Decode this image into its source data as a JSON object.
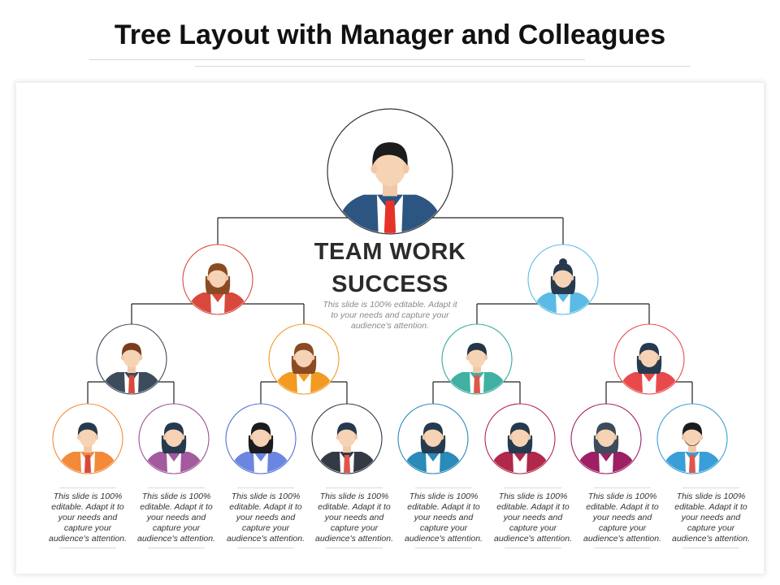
{
  "slide": {
    "title": "Tree Layout with Manager and Colleagues"
  },
  "center": {
    "heading_line1": "TEAM WORK",
    "heading_line2": "SUCCESS",
    "description": "This slide is 100% editable. Adapt it to your needs and capture your audience's attention."
  },
  "leaves": [
    {
      "description": "This slide is 100% editable. Adapt it to your needs and capture your audience's attention."
    },
    {
      "description": "This slide is 100% editable. Adapt it to your needs and capture your audience's attention."
    },
    {
      "description": "This slide is 100% editable. Adapt it to your needs and capture your audience's attention."
    },
    {
      "description": "This slide is 100% editable. Adapt it to your needs and capture your audience's attention."
    },
    {
      "description": "This slide is 100% editable. Adapt it to your needs and capture your audience's attention."
    },
    {
      "description": "This slide is 100% editable. Adapt it to your needs and capture your audience's attention."
    },
    {
      "description": "This slide is 100% editable. Adapt it to your needs and capture your audience's attention."
    },
    {
      "description": "This slide is 100% editable. Adapt it to your needs and capture your audience's attention."
    }
  ],
  "nodes": [
    {
      "id": "manager",
      "icon": "manager-avatar-icon",
      "ring": "#333333",
      "shirt": "#2c5582",
      "hair": "#1c1c1c",
      "gender": "m",
      "tie": "#e63329",
      "inner": "#ffffff"
    },
    {
      "id": "l1-left",
      "icon": "woman-avatar-icon",
      "ring": "#d8493c",
      "shirt": "#d8493c",
      "hair": "#8a4b24",
      "gender": "f",
      "inner": "#ffffff"
    },
    {
      "id": "l1-right",
      "icon": "woman-bun-avatar-icon",
      "ring": "#5bbbe6",
      "shirt": "#5bbbe6",
      "hair": "#263a4f",
      "gender": "f",
      "inner": "#ffffff"
    },
    {
      "id": "l2-1",
      "icon": "man-avatar-icon",
      "ring": "#3d4c5c",
      "shirt": "#3d4c5c",
      "hair": "#7a3c1f",
      "gender": "m",
      "tie": "#d8493c",
      "inner": "#ffffff"
    },
    {
      "id": "l2-2",
      "icon": "woman-avatar-icon",
      "ring": "#f29a22",
      "shirt": "#f29a22",
      "hair": "#8a4b24",
      "gender": "f",
      "inner": "#ffffff"
    },
    {
      "id": "l2-3",
      "icon": "man-avatar-icon",
      "ring": "#34a89a",
      "shirt": "#3fb0a2",
      "hair": "#253646",
      "gender": "m",
      "tie": "#e0564a",
      "inner": "#ffffff"
    },
    {
      "id": "l2-4",
      "icon": "woman-avatar-icon",
      "ring": "#e8494a",
      "shirt": "#e8494a",
      "hair": "#263a4f",
      "gender": "f",
      "inner": "#ffffff"
    },
    {
      "id": "leaf-1",
      "icon": "man-avatar-icon",
      "ring": "#f28a3a",
      "shirt": "#f28a3a",
      "hair": "#263a4f",
      "gender": "m",
      "tie": "#d8493c",
      "inner": "#ffffff"
    },
    {
      "id": "leaf-2",
      "icon": "woman-ponytail-avatar-icon",
      "ring": "#9b4f96",
      "shirt": "#a35a9e",
      "hair": "#263a4f",
      "gender": "f",
      "inner": "#ffffff"
    },
    {
      "id": "leaf-3",
      "icon": "woman-avatar-icon",
      "ring": "#4f6fd6",
      "shirt": "#6a86e0",
      "hair": "#1c1c1c",
      "gender": "f",
      "inner": "#ffffff"
    },
    {
      "id": "leaf-4",
      "icon": "man-suit-avatar-icon",
      "ring": "#2c3848",
      "shirt": "#333a44",
      "hair": "#263a4f",
      "gender": "m",
      "tie": "#e0564a",
      "inner": "#ffffff"
    },
    {
      "id": "leaf-5",
      "icon": "woman-curly-avatar-icon",
      "ring": "#2a8ab8",
      "shirt": "#2a8ab8",
      "hair": "#263a4f",
      "gender": "f",
      "inner": "#ffffff"
    },
    {
      "id": "leaf-6",
      "icon": "woman-avatar-icon",
      "ring": "#b0284a",
      "shirt": "#b0284a",
      "hair": "#263a4f",
      "gender": "f",
      "inner": "#ffffff"
    },
    {
      "id": "leaf-7",
      "icon": "woman-avatar-icon",
      "ring": "#9e1f63",
      "shirt": "#9e1f63",
      "hair": "#3d4c5c",
      "gender": "f",
      "inner": "#ffffff"
    },
    {
      "id": "leaf-8",
      "icon": "man-beard-avatar-icon",
      "ring": "#3a9fd8",
      "shirt": "#3a9fd8",
      "hair": "#1c1c1c",
      "gender": "m",
      "tie": "#e0564a",
      "inner": "#ffffff"
    }
  ]
}
